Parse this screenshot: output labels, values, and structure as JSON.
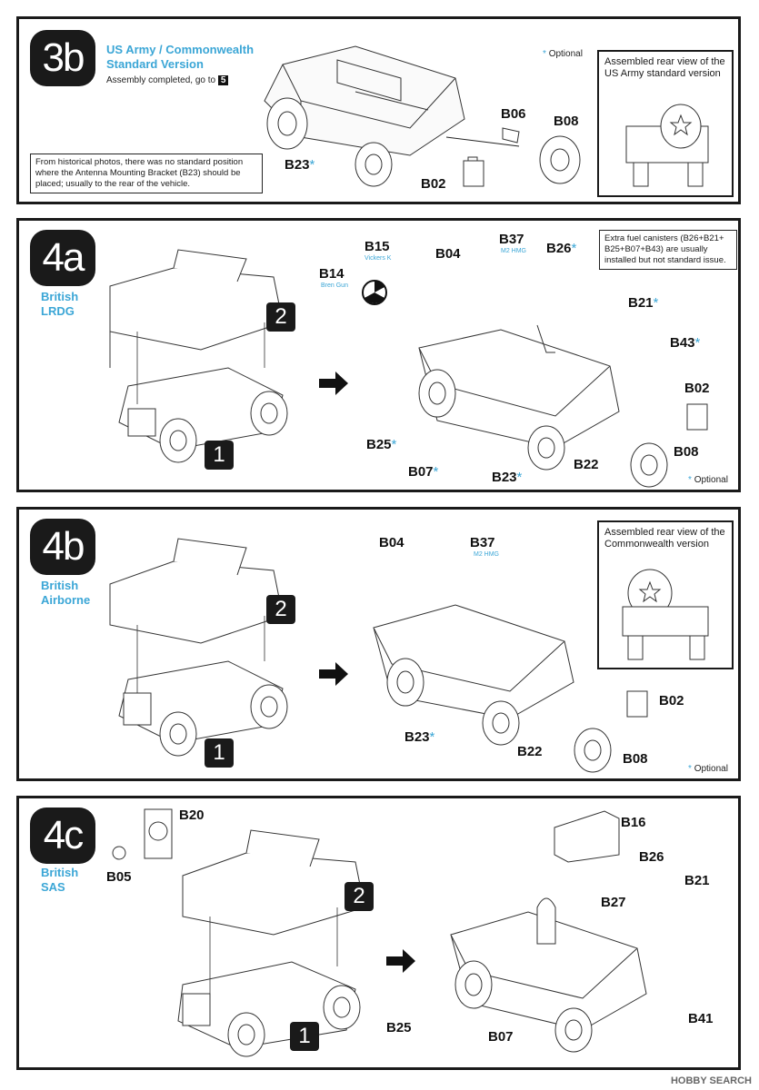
{
  "panels": {
    "p3b": {
      "step": "3b",
      "title1": "US Army / Commonwealth",
      "title2": "Standard Version",
      "assembly_note_prefix": "Assembly completed, go to",
      "assembly_goto": "5",
      "history_note": "From historical photos, there was no standard position where the Antenna Mounting Bracket (B23) should be placed; usually to the rear of the vehicle.",
      "optional": "Optional",
      "rear_view_title": "Assembled rear view of the US Army standard version",
      "parts": [
        "B06",
        "B08",
        "B23",
        "B02"
      ]
    },
    "p4a": {
      "step": "4a",
      "title1": "British",
      "title2": "LRDG",
      "num1": "1",
      "num2": "2",
      "fuel_note": "Extra fuel canisters (B26+B21+ B25+B07+B43) are usually installed but not standard issue.",
      "optional": "Optional",
      "parts": [
        "B15",
        "B37",
        "B04",
        "B26",
        "B14",
        "B21",
        "B43",
        "B02",
        "B25",
        "B08",
        "B22",
        "B07",
        "B23"
      ],
      "sublabels": {
        "B15": "Vickers K",
        "B37": "M2 HMG",
        "B14": "Bren Gun"
      }
    },
    "p4b": {
      "step": "4b",
      "title1": "British",
      "title2": "Airborne",
      "num1": "1",
      "num2": "2",
      "rear_view_title": "Assembled rear view of the Commonwealth version",
      "optional": "Optional",
      "parts": [
        "B04",
        "B37",
        "B02",
        "B23",
        "B22",
        "B08"
      ],
      "sublabels": {
        "B37": "M2 HMG"
      }
    },
    "p4c": {
      "step": "4c",
      "title1": "British",
      "title2": "SAS",
      "num1": "1",
      "num2": "2",
      "parts": [
        "B20",
        "B05",
        "B16",
        "B26",
        "B21",
        "B27",
        "B41",
        "B25",
        "B07"
      ]
    }
  },
  "watermark": "HOBBY SEARCH"
}
